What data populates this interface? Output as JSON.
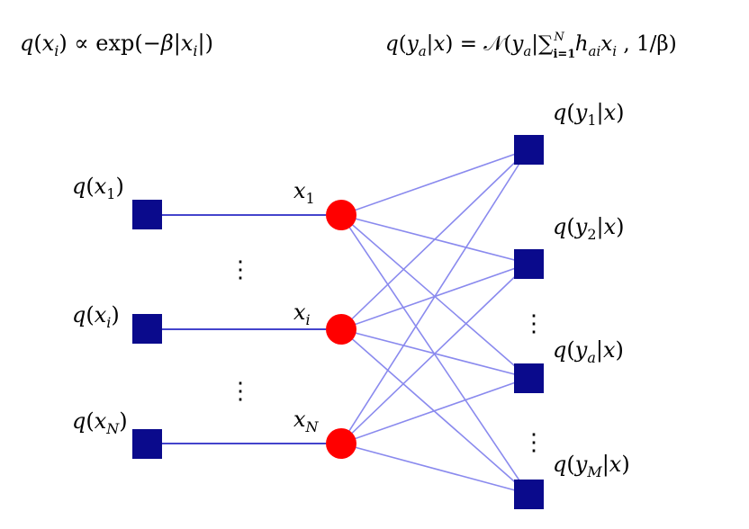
{
  "formulas": {
    "prior": {
      "q": "q",
      "lp": "(",
      "x": "x",
      "i": "i",
      "rp": ")",
      "prop": " ∝ ",
      "exp": "exp",
      "lp2": "(−",
      "beta": "β",
      "bar1": "|",
      "x2": "x",
      "i2": "i",
      "bar2": "|)"
    },
    "likelihood": {
      "q": "q",
      "lp": "(",
      "y": "y",
      "a": "a",
      "bar": "|",
      "x": "x",
      "rp": ") = ",
      "N": "𝒩",
      "lp2": "(",
      "y2": "y",
      "a2": "a",
      "bar2": "|",
      "sum": "∑",
      "sub": "i=1",
      "sup": "N",
      "h": "h",
      "ai": "ai",
      "xi": "x",
      "i": "i",
      "tail": " , 1/β)"
    }
  },
  "factors": [
    {
      "base": "x",
      "sub": "1"
    },
    {
      "base": "x",
      "sub": "i"
    },
    {
      "base": "x",
      "sub": "N"
    }
  ],
  "variables": [
    {
      "base": "x",
      "sub": "1"
    },
    {
      "base": "x",
      "sub": "i"
    },
    {
      "base": "x",
      "sub": "N"
    }
  ],
  "outputs": [
    {
      "sub": "1"
    },
    {
      "sub": "2"
    },
    {
      "sub": "a"
    },
    {
      "sub": "M"
    }
  ],
  "ellipsis": "⋮",
  "colors": {
    "square": "#0a0a8c",
    "circle": "#ff0000",
    "edge_left": "#4444cc",
    "edge_right": "#8a8aee"
  }
}
